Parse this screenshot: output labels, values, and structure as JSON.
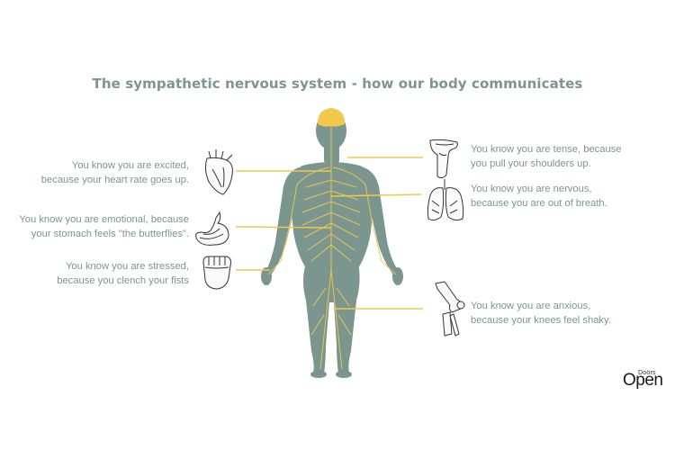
{
  "title": "The sympathetic nervous system - how our body communicates",
  "notes": {
    "heart": {
      "line1": "You know you are excited,",
      "line2": "because your heart rate goes up.",
      "icon": "heart-icon"
    },
    "stomach": {
      "line1": "You know you are emotional, because",
      "line2": "your stomach feels \"the butterflies\".",
      "icon": "stomach-icon"
    },
    "fist": {
      "line1": "You know you are stressed,",
      "line2": "because you clench your fists",
      "icon": "fist-icon"
    },
    "shoulder": {
      "line1": "You know you are tense, because",
      "line2": "you pull your shoulders up.",
      "icon": "shoulder-icon"
    },
    "lungs": {
      "line1": "You know you are nervous,",
      "line2": "because you are out of breath.",
      "icon": "lungs-icon"
    },
    "knee": {
      "line1": "You know you are anxious,",
      "line2": "because your knees feel shaky.",
      "icon": "knee-icon"
    }
  },
  "logo": {
    "small": "Doors",
    "big": "Open"
  },
  "colors": {
    "body": "#7b958f",
    "nerves": "#f2c84b",
    "text": "#7d9590"
  }
}
